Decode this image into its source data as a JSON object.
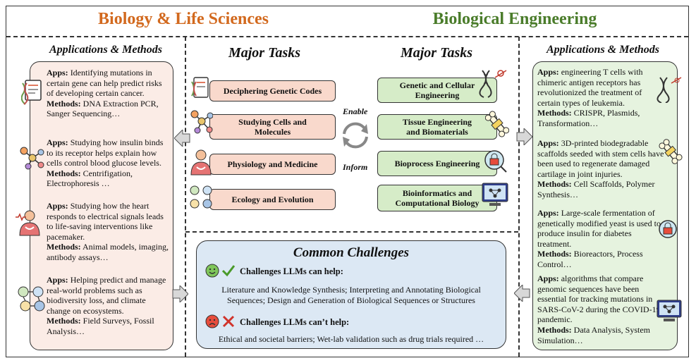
{
  "headers": {
    "left": "Biology & Life Sciences",
    "right": "Biological Engineering"
  },
  "left_panel": {
    "title": "Applications & Methods",
    "items": [
      {
        "apps_label": "Apps:",
        "apps": " Identifying mutations in certain gene can help predict risks of developing certain cancer.",
        "methods_label": "Methods:",
        "methods": " DNA Extraction PCR, Sanger Sequencing…"
      },
      {
        "apps_label": "Apps:",
        "apps": " Studying how insulin binds to its receptor helps explain how cells control blood glucose levels.",
        "methods_label": "Methods:",
        "methods": " Centrifigation, Electrophoresis …"
      },
      {
        "apps_label": "Apps:",
        "apps": " Studying how the heart responds to electrical signals leads to life-saving interventions like pacemaker.",
        "methods_label": "Methods:",
        "methods": " Animal models, imaging, antibody assays…"
      },
      {
        "apps_label": "Apps:",
        "apps": " Helping  predict and manage real-world problems such as biodiversity loss, and climate change on ecosystems.",
        "methods_label": "Methods:",
        "methods": " Field Surveys, Fossil Analysis…"
      }
    ]
  },
  "right_panel": {
    "title": "Applications & Methods",
    "items": [
      {
        "apps_label": "Apps:",
        "apps": " engineering T cells with chimeric antigen receptors has revolutionized the treatment of certain types of leukemia.",
        "methods_label": "Methods:",
        "methods": " CRISPR, Plasmids, Transformation…"
      },
      {
        "apps_label": "Apps:",
        "apps": " 3D-printed biodegradable scaffolds seeded with stem cells have been used to regenerate damaged cartilage in joint injuries.",
        "methods_label": "Methods:",
        "methods": " Cell Scaffolds, Polymer Synthesis…"
      },
      {
        "apps_label": "Apps:",
        "apps": "  Large-scale fermentation of genetically modified yeast is used to produce insulin for diabetes treatment.",
        "methods_label": "Methods:",
        "methods": " Bioreactors, Process Control…"
      },
      {
        "apps_label": "Apps:",
        "apps": " algorithms that compare genomic sequences have been essential for tracking mutations in SARS-CoV-2 during the COVID-19 pandemic.",
        "methods_label": "Methods:",
        "methods": " Data Analysis, System Simulation…"
      }
    ]
  },
  "major_tasks": {
    "left_title": "Major Tasks",
    "right_title": "Major Tasks",
    "left": [
      "Deciphering Genetic Codes",
      "Studying Cells and Molecules",
      "Physiology and Medicine",
      "Ecology and Evolution"
    ],
    "right": [
      "Genetic and Cellular Engineering",
      "Tissue Engineering and Biomaterials",
      "Bioprocess Engineering",
      "Bioinformatics and Computational Biology"
    ],
    "enable": "Enable",
    "inform": "Inform"
  },
  "challenges": {
    "title": "Common Challenges",
    "can_head": "Challenges LLMs can help:",
    "can_body": "Literature and Knowledge Synthesis; Interpreting and Annotating Biological Sequences; Design and Generation of Biological Sequences or Structures",
    "cant_head": "Challenges LLMs can’t help:",
    "cant_body": "Ethical and societal barriers; Wet-lab validation such as drug trials required …"
  },
  "colors": {
    "bio_header": "#d2691e",
    "eng_header": "#4a7c2a",
    "left_fill": "#fbece6",
    "right_fill": "#e6f3df",
    "challenge_fill": "#dce8f4"
  },
  "icons": [
    "dna-document-icon",
    "molecule-icon",
    "physiology-person-icon",
    "ecology-icon",
    "dna-scissors-icon",
    "bone-bandage-icon",
    "lab-lock-icon",
    "computer-network-icon",
    "smile-face-icon",
    "check-icon",
    "sad-face-icon",
    "cross-icon",
    "cycle-arrows-icon"
  ]
}
